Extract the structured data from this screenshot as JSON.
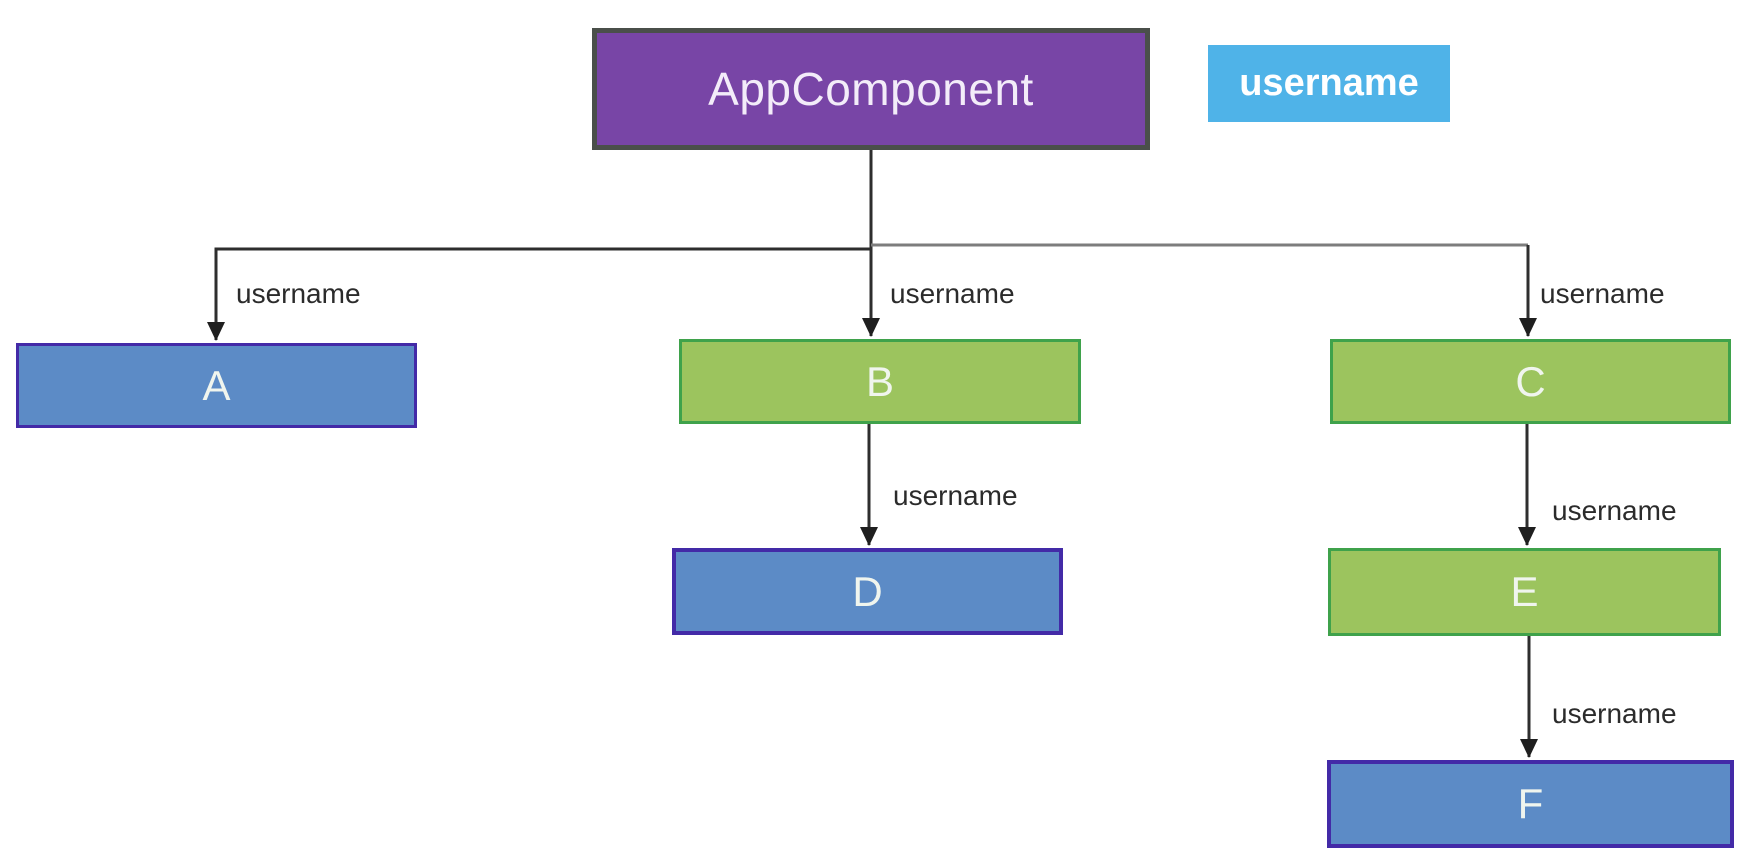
{
  "root_component": {
    "label": "AppComponent"
  },
  "input_property_badge": {
    "label": "username"
  },
  "nodes": [
    {
      "label": "A",
      "variant": "blue"
    },
    {
      "label": "B",
      "variant": "green"
    },
    {
      "label": "C",
      "variant": "green"
    },
    {
      "label": "D",
      "variant": "blue"
    },
    {
      "label": "E",
      "variant": "green"
    },
    {
      "label": "F",
      "variant": "blue"
    }
  ],
  "edges": [
    {
      "from": "AppComponent",
      "to": "A",
      "label": "username"
    },
    {
      "from": "AppComponent",
      "to": "B",
      "label": "username"
    },
    {
      "from": "AppComponent",
      "to": "C",
      "label": "username"
    },
    {
      "from": "B",
      "to": "D",
      "label": "username"
    },
    {
      "from": "C",
      "to": "E",
      "label": "username"
    },
    {
      "from": "E",
      "to": "F",
      "label": "username"
    }
  ],
  "colors": {
    "background": "#ffffff",
    "root_fill": "#7845a6",
    "root_border": "#4a4f4a",
    "root_text": "#f3ecf9",
    "badge_fill": "#4fb3e8",
    "badge_text": "#ffffff",
    "blue_node_fill": "#5c8bc6",
    "blue_node_border": "#432aa7",
    "green_node_fill": "#9cc45e",
    "green_node_border": "#3fa24b",
    "node_text": "#f0f5ee",
    "connector": "#2e2e2e",
    "connector_light": "#7d7d7d",
    "edge_label_text": "#2b2b2b"
  }
}
